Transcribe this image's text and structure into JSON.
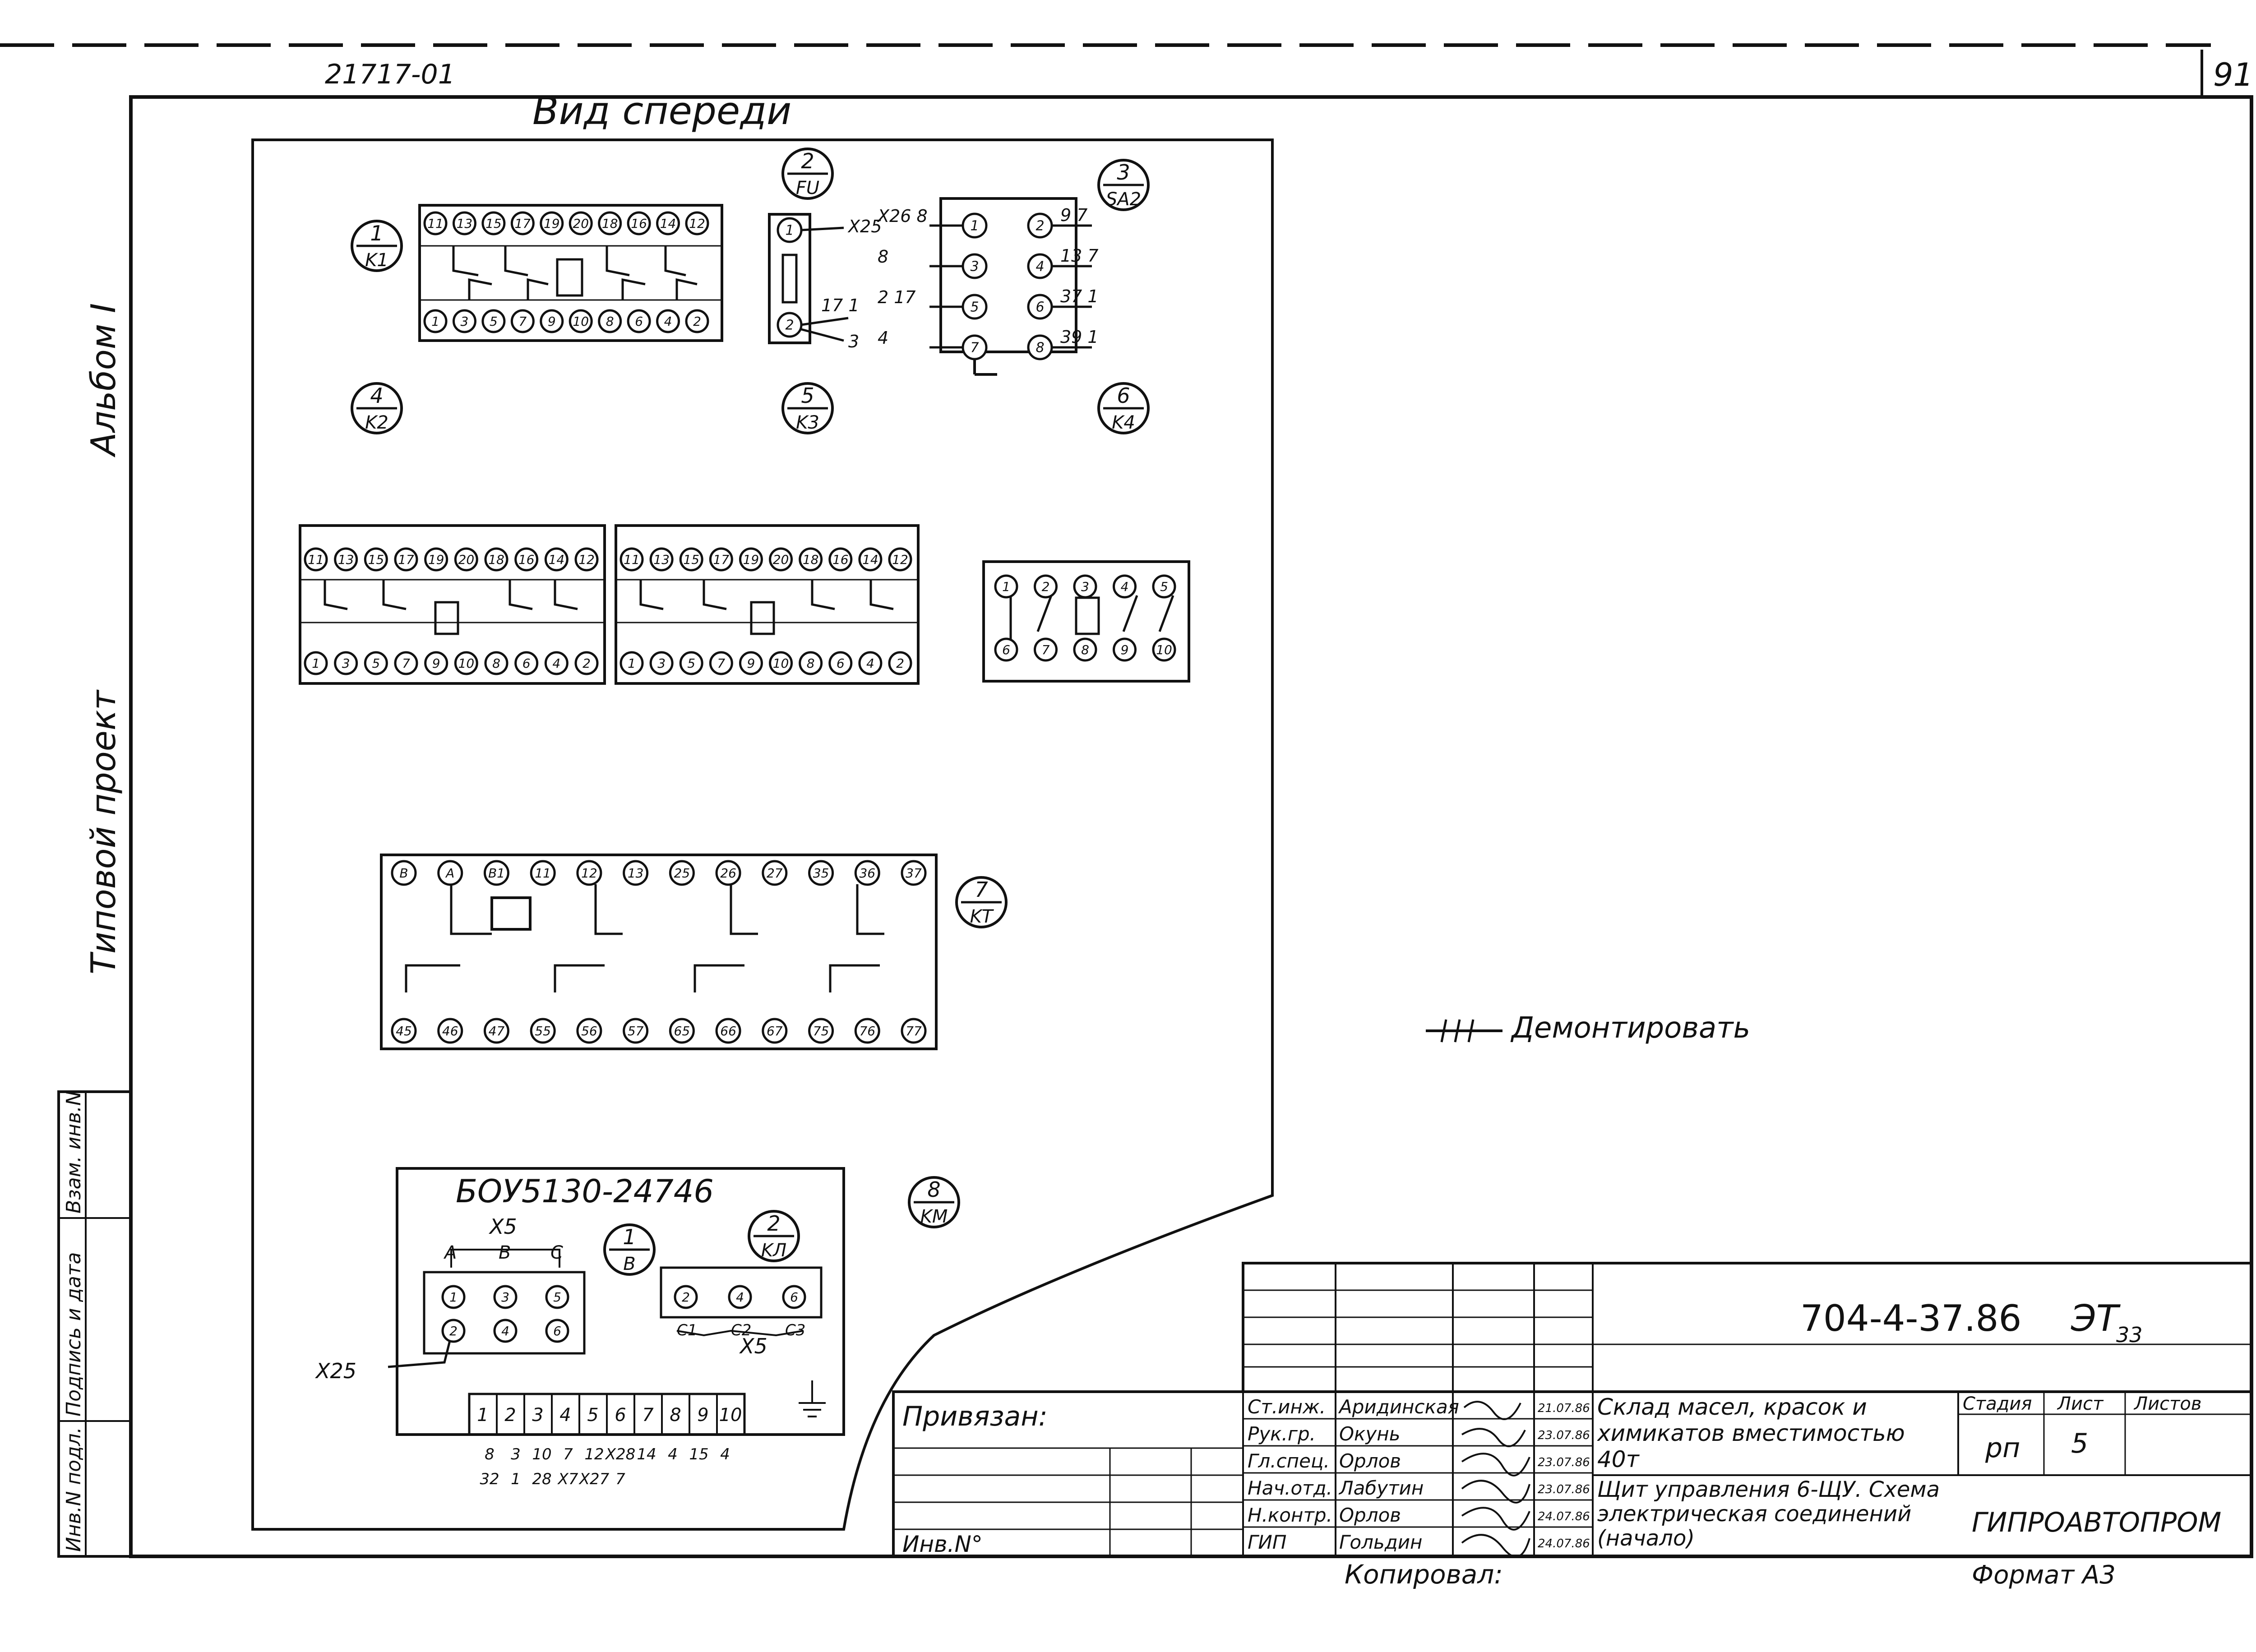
{
  "sheet": {
    "top_code": "21717-01",
    "page_number": "91",
    "view_title": "Вид спереди",
    "left_labels": [
      "Альбом I",
      "Типовой проект"
    ],
    "side_stamp": [
      "Инв.N подл.",
      "Подпись и дата",
      "Взам. инв.N"
    ]
  },
  "components": [
    {
      "num": "1",
      "code": "K1"
    },
    {
      "num": "2",
      "code": "FU"
    },
    {
      "num": "3",
      "code": "SA2"
    },
    {
      "num": "4",
      "code": "K2"
    },
    {
      "num": "5",
      "code": "K3"
    },
    {
      "num": "6",
      "code": "K4"
    },
    {
      "num": "7",
      "code": "KT"
    },
    {
      "num": "8",
      "code": "KM"
    },
    {
      "num": "1",
      "code": "B"
    },
    {
      "num": "2",
      "code": "KЛ"
    }
  ],
  "k1": {
    "top_pins": [
      "11",
      "13",
      "15",
      "17",
      "19",
      "20",
      "18",
      "16",
      "14",
      "12"
    ],
    "bottom_pins": [
      "1",
      "3",
      "5",
      "7",
      "9",
      "10",
      "8",
      "6",
      "4",
      "2"
    ]
  },
  "k2": {
    "top_pins": [
      "11",
      "13",
      "15",
      "17",
      "19",
      "20",
      "18",
      "16",
      "14",
      "12"
    ],
    "bottom_pins": [
      "1",
      "3",
      "5",
      "7",
      "9",
      "10",
      "8",
      "6",
      "4",
      "2"
    ]
  },
  "k3": {
    "top_pins": [
      "11",
      "13",
      "15",
      "17",
      "19",
      "20",
      "18",
      "16",
      "14",
      "12"
    ],
    "bottom_pins": [
      "1",
      "3",
      "5",
      "7",
      "9",
      "10",
      "8",
      "6",
      "4",
      "2"
    ]
  },
  "k4": {
    "top_pins": [
      "1",
      "2",
      "3",
      "4",
      "5"
    ],
    "bottom_pins": [
      "6",
      "7",
      "8",
      "9",
      "10"
    ]
  },
  "sa2": {
    "left_pins": [
      "1",
      "3",
      "5",
      "7"
    ],
    "right_pins": [
      "2",
      "4",
      "6",
      "8"
    ],
    "left_wires": [
      "X26 8",
      "8",
      "2 17",
      "4"
    ],
    "right_wires": [
      "9 7",
      "13 7",
      "37 1",
      "39 1"
    ]
  },
  "fu": {
    "pins": [
      "1",
      "2"
    ],
    "wires": [
      "X25",
      "17 1",
      "3"
    ]
  },
  "kt": {
    "top_pins": [
      "B",
      "A",
      "B1",
      "11",
      "12",
      "13",
      "25",
      "26",
      "27",
      "35",
      "36",
      "37"
    ],
    "bottom_pins": [
      "45",
      "46",
      "47",
      "55",
      "56",
      "57",
      "65",
      "66",
      "67",
      "75",
      "76",
      "77"
    ]
  },
  "km": {
    "model": "БОУ5130-24746",
    "x5_label": "X5",
    "phase_labels": [
      "A",
      "B",
      "C"
    ],
    "block_pins": [
      "1",
      "3",
      "5",
      "2",
      "4",
      "6"
    ],
    "kl_pins": [
      "2",
      "4",
      "6"
    ],
    "kl_phases": [
      "C1",
      "C2",
      "C3"
    ],
    "x25_label": "X25",
    "terminals": [
      "1",
      "2",
      "3",
      "4",
      "5",
      "6",
      "7",
      "8",
      "9",
      "10"
    ],
    "terminal_wires": [
      "8",
      "3",
      "10",
      "7",
      "12",
      "X28",
      "14",
      "4",
      "15",
      "4",
      "32",
      "1",
      "28",
      "X7",
      "X27",
      "7"
    ]
  },
  "legend": {
    "label": "Демонтировать"
  },
  "title_block": {
    "doc_code": "704-4-37.86",
    "doc_suffix": "ЭТ",
    "doc_suffix_sub": "33",
    "bound_label": "Привязан:",
    "inv_label": "Инв.N°",
    "roles": [
      "Ст.инж.",
      "Рук.гр.",
      "Гл.спец.",
      "Нач.отд.",
      "Н.контр.",
      "ГИП"
    ],
    "names": [
      "Аридинская",
      "Окунь",
      "Орлов",
      "Лабутин",
      "Орлов",
      "Гольдин"
    ],
    "dates": [
      "21.07.86",
      "23.07.86",
      "23.07.86",
      "23.07.86",
      "24.07.86",
      "24.07.86"
    ],
    "object_title": "Склад масел, красок и химикатов вместимостью 40т",
    "sheet_title": "Щит управления 6-ЩУ. Схема электрическая соединений (начало)",
    "stage_header": "Стадия",
    "sheet_header": "Лист",
    "sheets_header": "Листов",
    "stage": "рп",
    "sheet": "5",
    "organization": "ГИПРОАВТОПРОМ",
    "copied_by": "Копировал:",
    "format": "Формат А3"
  }
}
